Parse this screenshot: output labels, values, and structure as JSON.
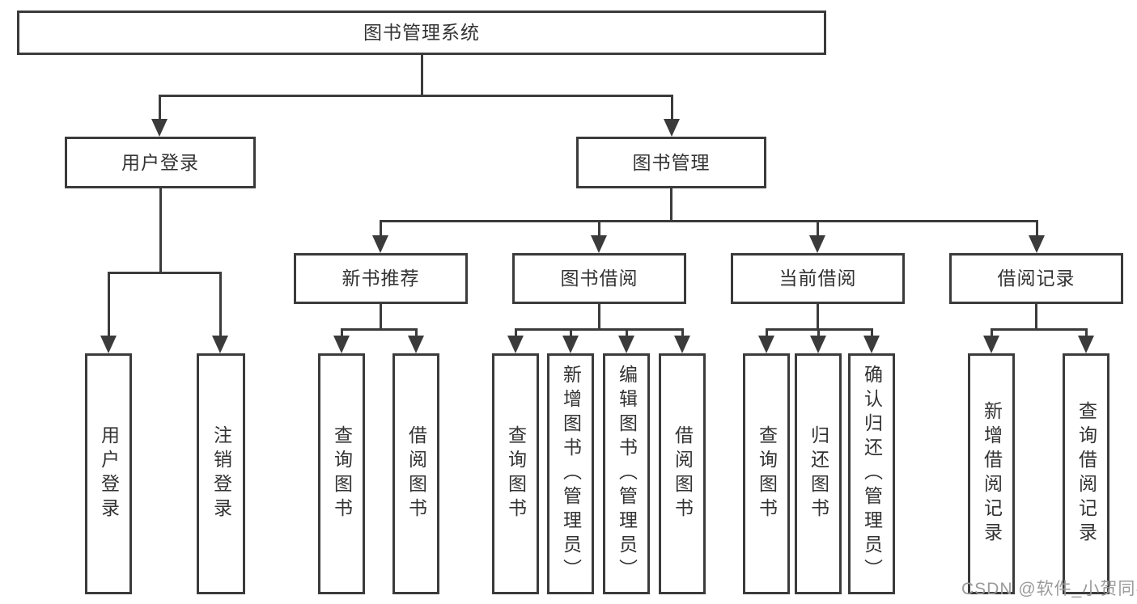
{
  "diagram": {
    "root": {
      "label": "图书管理系统"
    },
    "level2": [
      {
        "label": "用户登录"
      },
      {
        "label": "图书管理"
      }
    ],
    "level3": [
      {
        "label": "新书推荐",
        "parent": "图书管理"
      },
      {
        "label": "图书借阅",
        "parent": "图书管理"
      },
      {
        "label": "当前借阅",
        "parent": "图书管理"
      },
      {
        "label": "借阅记录",
        "parent": "图书管理"
      }
    ],
    "leaves": [
      {
        "label": "用户登录",
        "parent": "用户登录"
      },
      {
        "label": "注销登录",
        "parent": "用户登录"
      },
      {
        "label": "查询图书",
        "parent": "新书推荐"
      },
      {
        "label": "借阅图书",
        "parent": "新书推荐"
      },
      {
        "label": "查询图书",
        "parent": "图书借阅"
      },
      {
        "label": "新增图书（管理员）",
        "parent": "图书借阅"
      },
      {
        "label": "编辑图书（管理员）",
        "parent": "图书借阅"
      },
      {
        "label": "借阅图书",
        "parent": "图书借阅"
      },
      {
        "label": "查询图书",
        "parent": "当前借阅"
      },
      {
        "label": "归还图书",
        "parent": "当前借阅"
      },
      {
        "label": "确认归还（管理员）",
        "parent": "当前借阅"
      },
      {
        "label": "新增借阅记录",
        "parent": "借阅记录"
      },
      {
        "label": "查询借阅记录",
        "parent": "借阅记录"
      }
    ]
  },
  "watermark": {
    "text": "CSDN @软件_小贺同学"
  },
  "colors": {
    "line": "#3b3b3b",
    "text": "#333333",
    "watermark": "#9b9b9b",
    "background": "#ffffff"
  }
}
